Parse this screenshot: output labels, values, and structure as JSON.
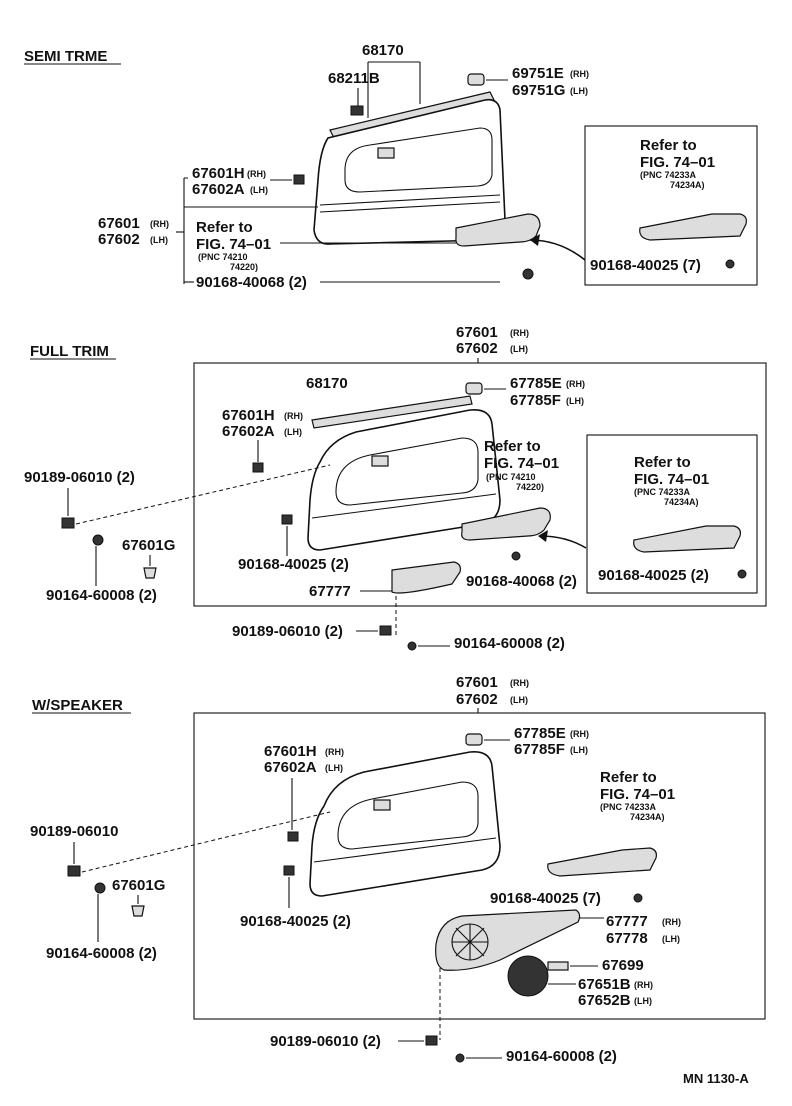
{
  "sections": {
    "semi": {
      "title": "SEMI TRME",
      "part_68170": "68170",
      "part_68211b": "68211B",
      "part_69751e": "69751E",
      "part_69751e_side": "(RH)",
      "part_69751g": "69751G",
      "part_69751g_side": "(LH)",
      "part_67601h": "67601H",
      "part_67601h_side": "(RH)",
      "part_67602a": "67602A",
      "part_67602a_side": "(LH)",
      "part_67601": "67601",
      "part_67601_side": "(RH)",
      "part_67602": "67602",
      "part_67602_side": "(LH)",
      "ref_title": "Refer to",
      "ref_fig": "FIG. 74–01",
      "ref_pnc1": "(PNC 74210",
      "ref_pnc2": "74220)",
      "bolt": "90168-40068 (2)",
      "inset_ref_title": "Refer to",
      "inset_ref_fig": "FIG. 74–01",
      "inset_pnc1": "(PNC 74233A",
      "inset_pnc2": "74234A)",
      "inset_bolt": "90168-40025 (7)"
    },
    "full": {
      "title": "FULL TRIM",
      "top_part_rh": "67601",
      "top_part_rh_side": "(RH)",
      "top_part_lh": "67602",
      "top_part_lh_side": "(LH)",
      "part_68170": "68170",
      "part_67785e": "67785E",
      "part_67785e_side": "(RH)",
      "part_67785f": "67785F",
      "part_67785f_side": "(LH)",
      "part_67601h": "67601H",
      "part_67601h_side": "(RH)",
      "part_67602a": "67602A",
      "part_67602a_side": "(LH)",
      "ref_title": "Refer to",
      "ref_fig": "FIG. 74–01",
      "ref_pnc1": "(PNC 74210",
      "ref_pnc2": "74220)",
      "inset_ref_title": "Refer to",
      "inset_ref_fig": "FIG. 74–01",
      "inset_pnc1": "(PNC 74233A",
      "inset_pnc2": "74234A)",
      "clip_left": "90189-06010 (2)",
      "part_67601g": "67601G",
      "screw_left": "90164-60008 (2)",
      "bolt_mid": "90168-40025 (2)",
      "bolt_68": "90168-40068 (2)",
      "inset_bolt": "90168-40025 (2)",
      "part_67777": "67777",
      "clip_bottom": "90189-06010 (2)",
      "screw_bottom": "90164-60008 (2)"
    },
    "speaker": {
      "title": "W/SPEAKER",
      "top_part_rh": "67601",
      "top_part_rh_side": "(RH)",
      "top_part_lh": "67602",
      "top_part_lh_side": "(LH)",
      "part_67785e": "67785E",
      "part_67785e_side": "(RH)",
      "part_67785f": "67785F",
      "part_67785f_side": "(LH)",
      "part_67601h": "67601H",
      "part_67601h_side": "(RH)",
      "part_67602a": "67602A",
      "part_67602a_side": "(LH)",
      "ref_title": "Refer to",
      "ref_fig": "FIG. 74–01",
      "ref_pnc1": "(PNC 74233A",
      "ref_pnc2": "74234A)",
      "clip_left": "90189-06010",
      "part_67601g": "67601G",
      "screw_left": "90164-60008 (2)",
      "bolt_mid": "90168-40025 (2)",
      "bolt_right": "90168-40025 (7)",
      "part_67777": "67777",
      "part_67777_side": "(RH)",
      "part_67778": "67778",
      "part_67778_side": "(LH)",
      "part_67699": "67699",
      "part_67651b": "67651B",
      "part_67651b_side": "(RH)",
      "part_67652b": "67652B",
      "part_67652b_side": "(LH)",
      "clip_bottom": "90189-06010 (2)",
      "screw_bottom": "90164-60008 (2)"
    }
  },
  "footer_code": "MN 1130-A"
}
